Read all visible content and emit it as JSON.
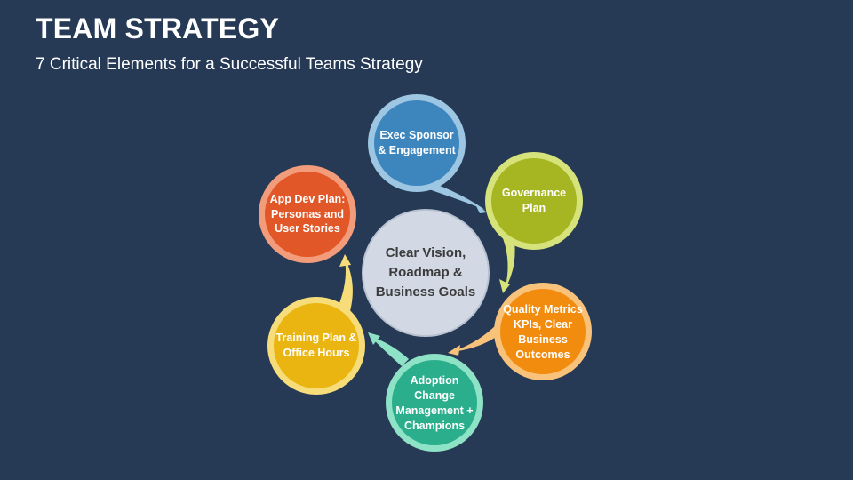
{
  "slide": {
    "title": "TEAM STRATEGY",
    "subtitle": "7 Critical Elements for a Successful Teams Strategy"
  },
  "center": {
    "label": "Clear Vision, Roadmap & Business Goals",
    "color": "#d3d9e4"
  },
  "elements": [
    {
      "label": "Exec Sponsor & Engagement",
      "color": "#3d85bd",
      "ring": "#9cc6e2"
    },
    {
      "label": "Governance Plan",
      "color": "#a6b622",
      "ring": "#d6e27a"
    },
    {
      "label": "Quality Metrics KPIs, Clear Business Outcomes",
      "color": "#f28c0f",
      "ring": "#f9c27a"
    },
    {
      "label": "Adoption Change Management + Champions",
      "color": "#2aae8c",
      "ring": "#8ee2c6"
    },
    {
      "label": "Training Plan & Office Hours",
      "color": "#eab510",
      "ring": "#f7dd7a"
    },
    {
      "label": "App Dev Plan: Personas and User Stories",
      "color": "#e25728",
      "ring": "#f39c7c"
    }
  ]
}
